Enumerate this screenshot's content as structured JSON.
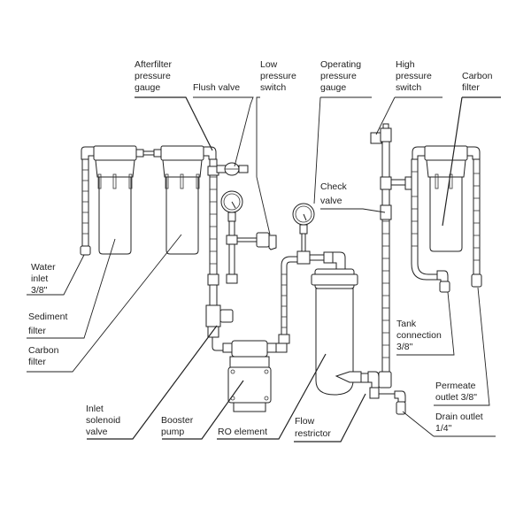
{
  "diagram": {
    "type": "reverse-osmosis system schematic",
    "labels": {
      "afterfilter_pressure_gauge": "Afterfilter\npressure\ngauge",
      "flush_valve": "Flush valve",
      "low_pressure_switch": "Low\npressure\nswitch",
      "operating_pressure_gauge": "Operating\npressure\ngauge",
      "high_pressure_switch": "High\npressure\nswitch",
      "carbon_filter_right": "Carbon\nfilter",
      "check_valve": "Check\nvalve",
      "water_inlet": "Water\ninlet\n3/8\"",
      "sediment_filter": "Sediment\nfilter",
      "carbon_filter_left": "Carbon\nfilter",
      "tank_connection": "Tank\nconnection\n3/8\"",
      "permeate_outlet": "Permeate\noutlet 3/8\"",
      "drain_outlet": "Drain outlet\n1/4\"",
      "inlet_solenoid_valve": "Inlet\nsolenoid\nvalve",
      "booster_pump": "Booster\npump",
      "ro_element": "RO element",
      "flow_restrictor": "Flow\nrestrictor"
    }
  }
}
